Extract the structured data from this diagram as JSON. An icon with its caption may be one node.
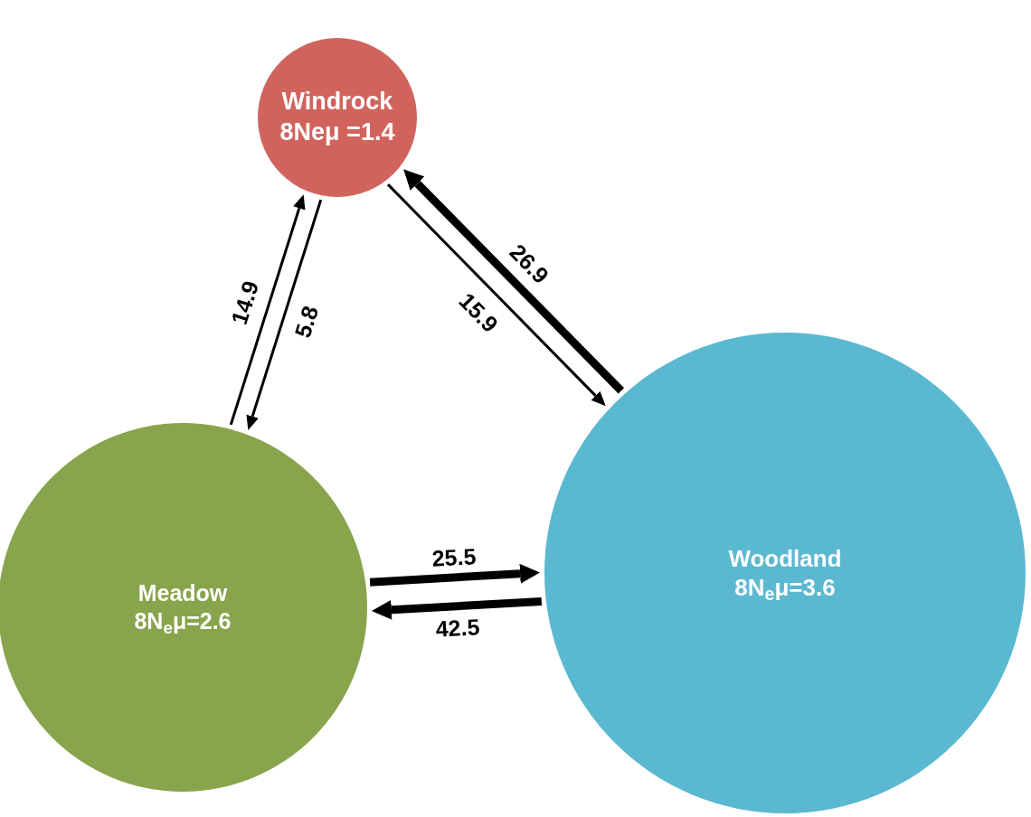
{
  "diagram": {
    "nodes": [
      {
        "text": [
          "Windrock",
          "8Neμ =1.4"
        ]
      },
      {
        "text": [
          "Woodland",
          "8N$_{e}$μ=3.6"
        ]
      },
      {
        "text": [
          "Meadow",
          "8N$_{e}$μ=2.6"
        ]
      }
    ],
    "edges": [
      {
        "from": 2,
        "to": 0,
        "arrow": "to",
        "label": "14.9"
      },
      {
        "from": 0,
        "to": 2,
        "arrow": "to",
        "label": "5.8"
      },
      {
        "from": 0,
        "to": 1,
        "arrow": "to",
        "label": "15.9"
      },
      {
        "from": 1,
        "to": 0,
        "arrow": "to",
        "label": "26.9",
        "style": "thick"
      },
      {
        "from": 2,
        "to": 1,
        "arrow": "to",
        "label": "25.5",
        "style": "thick"
      },
      {
        "from": 1,
        "to": 2,
        "arrow": "to",
        "label": "42.5",
        "style": "thick"
      }
    ]
  }
}
